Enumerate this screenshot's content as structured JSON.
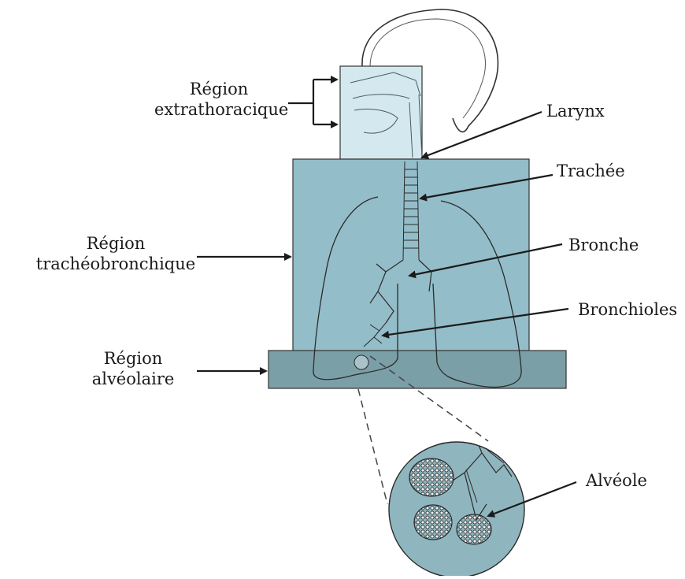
{
  "regions": {
    "extrathoracique": [
      "Région",
      "extrathoracique"
    ],
    "tracheobronchique": [
      "Région",
      "trachéobronchique"
    ],
    "alveolaire": [
      "Région",
      "alvéolaire"
    ]
  },
  "structures": {
    "larynx": "Larynx",
    "trachee": "Trachée",
    "bronche": "Bronche",
    "bronchioles": "Bronchioles",
    "alveole": "Alvéole"
  },
  "colors": {
    "extrathoracic_box": "#d3e9ef",
    "tracheobronchial_box": "#93bdc9",
    "alveolar_box": "#7b9fa7",
    "magnifier": "#8fb6bf",
    "line": "#1b1b1b"
  }
}
